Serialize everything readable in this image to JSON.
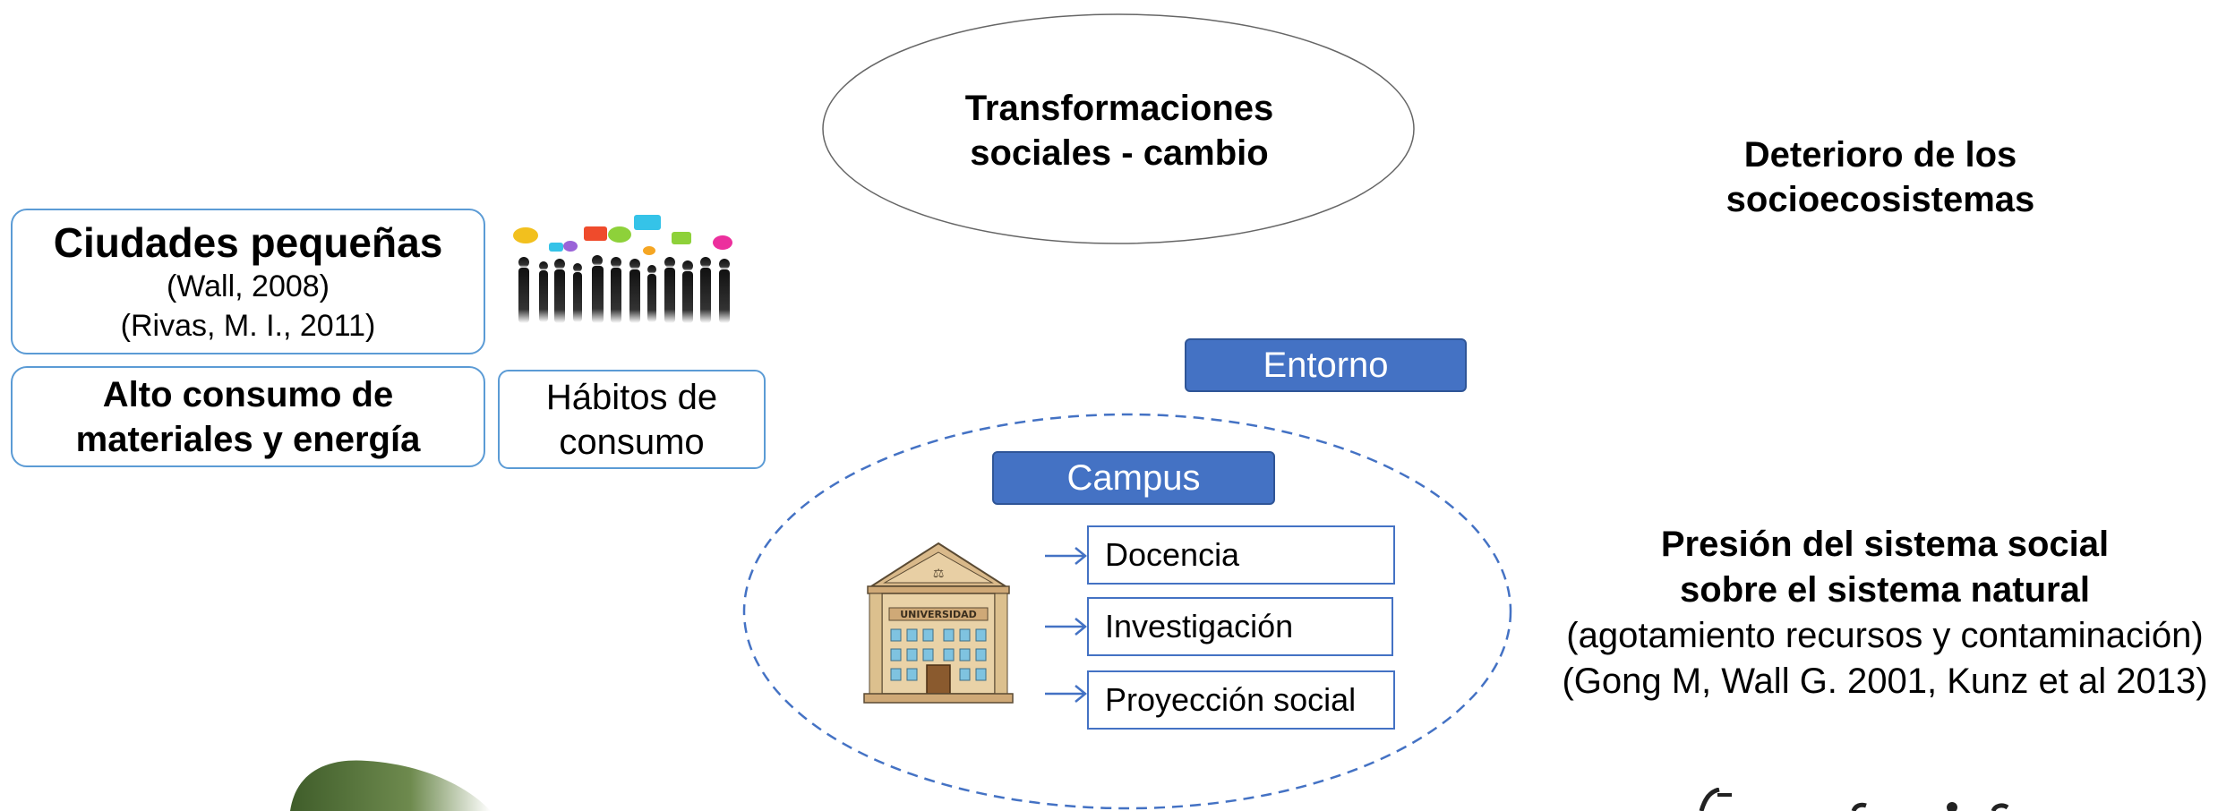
{
  "oval": {
    "line1": "Transformaciones",
    "line2": "sociales - cambio"
  },
  "deterioro": {
    "line1": "Deterioro de los",
    "line2": "socioecosistemas"
  },
  "ciudades": {
    "title": "Ciudades pequeñas",
    "ref1": "(Wall, 2008)",
    "ref2": "(Rivas, M. I., 2011)"
  },
  "consumo": {
    "line1": "Alto consumo de",
    "line2": "materiales y energía"
  },
  "habitos": {
    "line1": "Hábitos de",
    "line2": "consumo"
  },
  "entorno": {
    "label": "Entorno"
  },
  "campus": {
    "label": "Campus"
  },
  "university": {
    "sign": "UNIVERSIDAD"
  },
  "functions": [
    "Docencia",
    "Investigación",
    "Proyección social"
  ],
  "presion": {
    "line1": "Presión del sistema social",
    "line2": "sobre el sistema natural",
    "line3": "(agotamiento recursos y contaminación)",
    "line4": "(Gong M, Wall G. 2001, Kunz et al 2013)"
  },
  "colors": {
    "box_border": "#5b9bd5",
    "tag_fill": "#4472c4",
    "dashed": "#4472c4"
  }
}
